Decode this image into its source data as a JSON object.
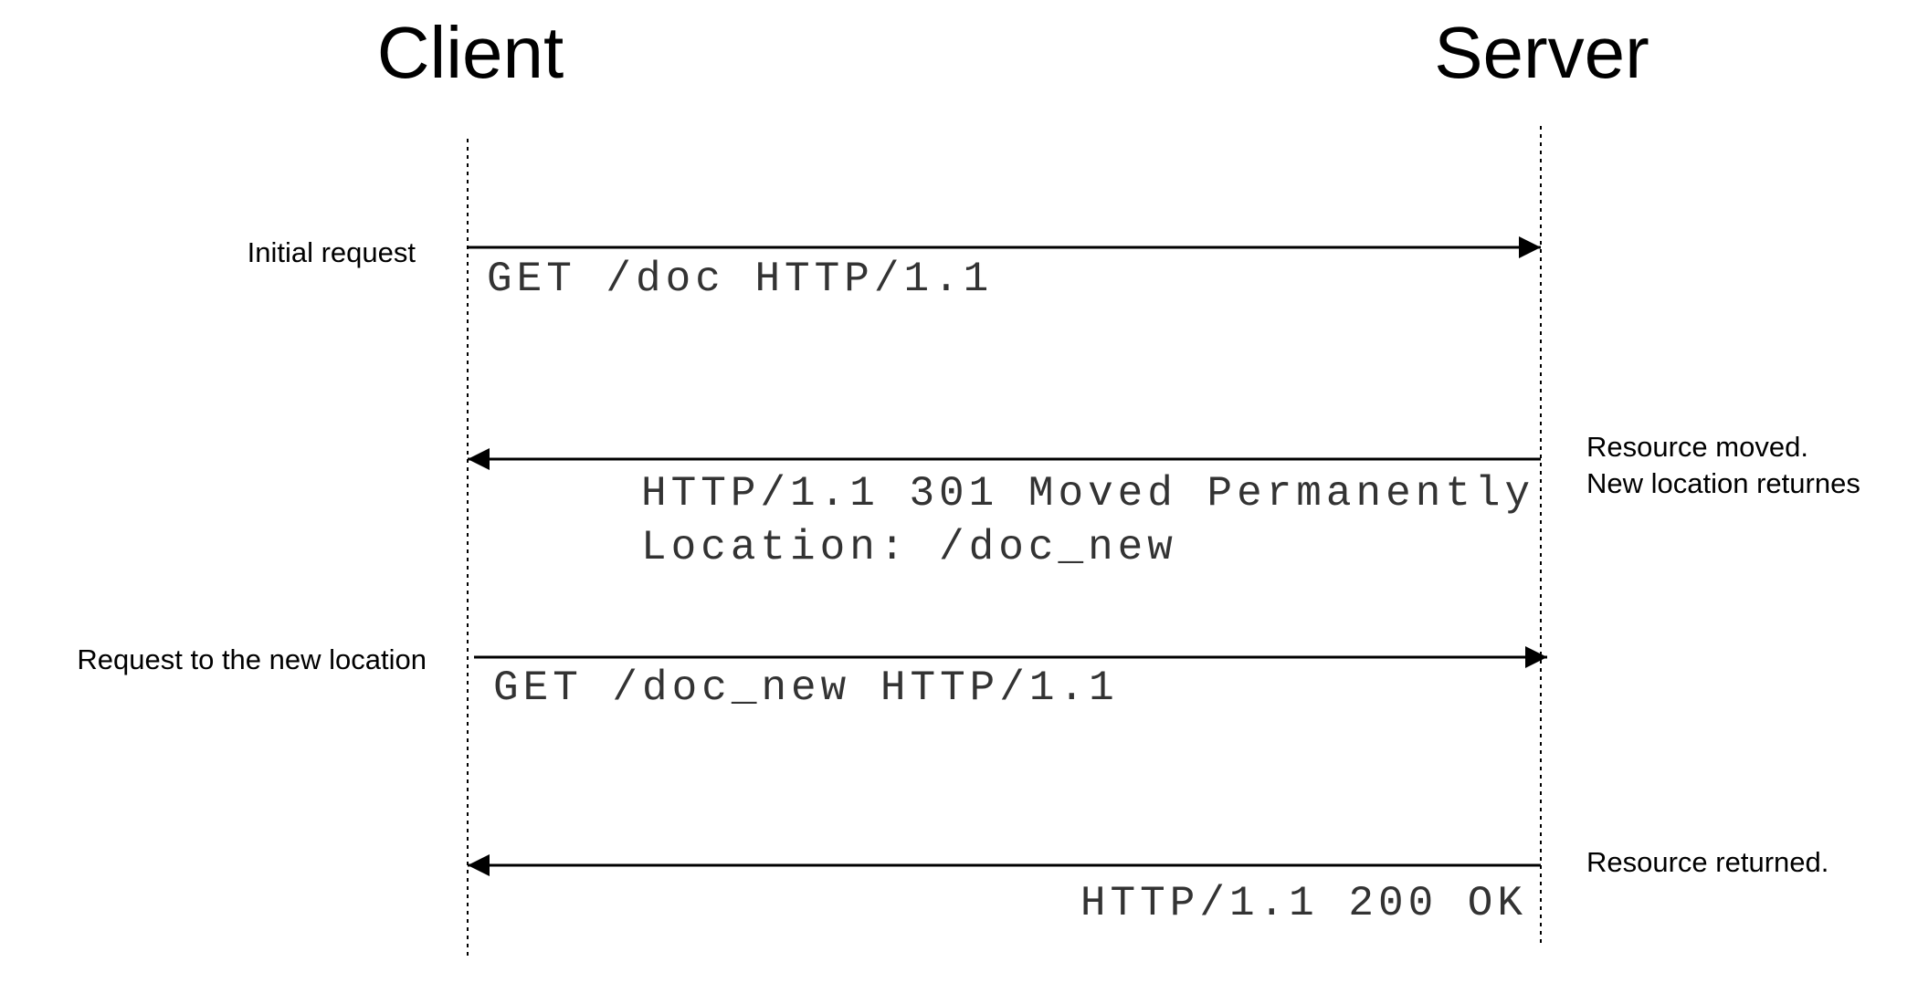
{
  "actors": {
    "client": "Client",
    "server": "Server"
  },
  "messages": [
    {
      "direction": "client-to-server",
      "note": [
        "Initial request"
      ],
      "text": [
        "GET /doc HTTP/1.1"
      ]
    },
    {
      "direction": "server-to-client",
      "note": [
        "Resource moved.",
        "New location returnes"
      ],
      "text": [
        "HTTP/1.1 301 Moved Permanently",
        "Location: /doc_new"
      ]
    },
    {
      "direction": "client-to-server",
      "note": [
        "Request to the new location"
      ],
      "text": [
        "GET /doc_new HTTP/1.1"
      ]
    },
    {
      "direction": "server-to-client",
      "note": [
        "Resource returned."
      ],
      "text": [
        "HTTP/1.1 200 OK"
      ]
    }
  ],
  "colors": {
    "line": "#000000",
    "message_text": "#333333",
    "background": "#ffffff"
  }
}
